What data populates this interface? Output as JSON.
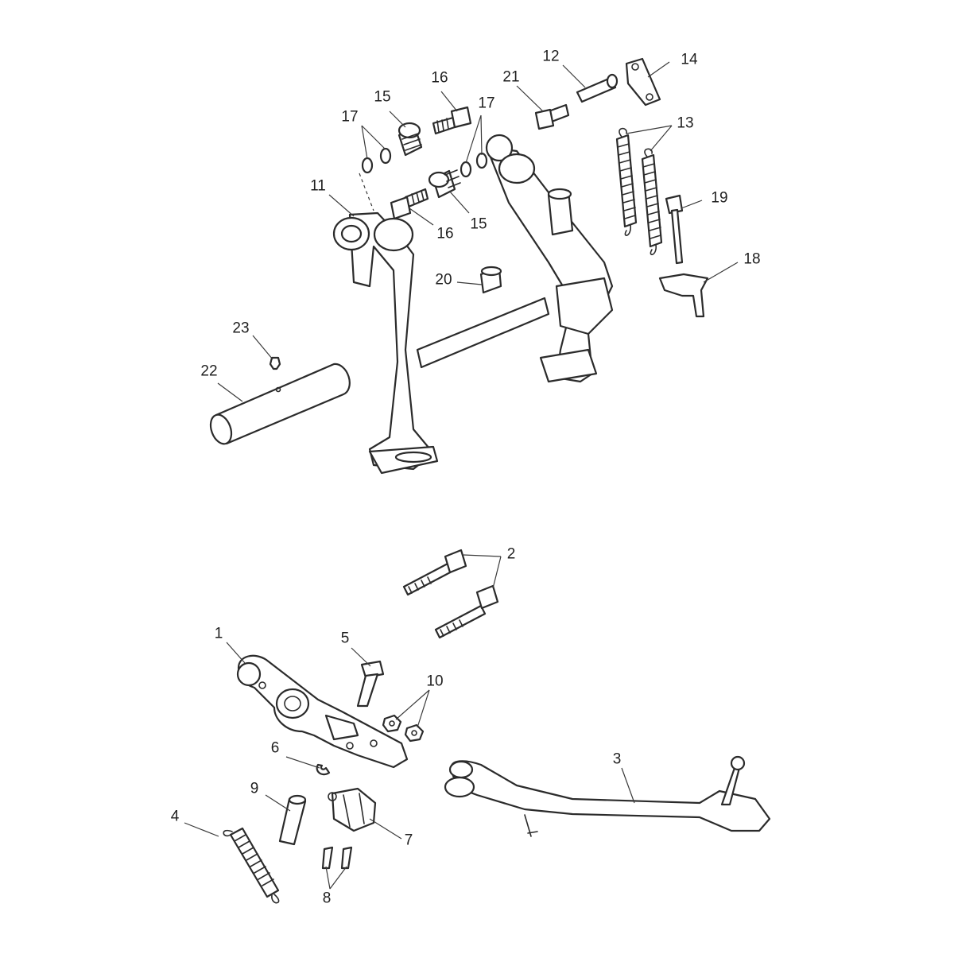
{
  "callouts": [
    "1",
    "2",
    "3",
    "4",
    "5",
    "6",
    "7",
    "8",
    "9",
    "10",
    "11",
    "12",
    "13",
    "14",
    "15",
    "15",
    "16",
    "16",
    "17",
    "17",
    "18",
    "19",
    "20",
    "21",
    "22",
    "23"
  ],
  "colors": {
    "line": "#2b2b2b",
    "background": "#ffffff"
  }
}
